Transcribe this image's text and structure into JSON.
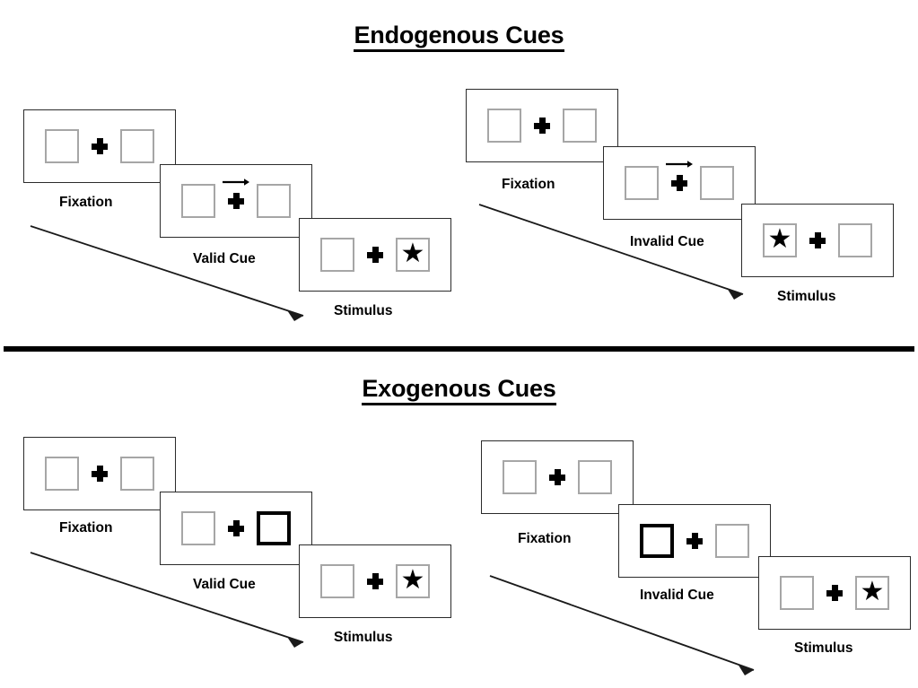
{
  "figure": {
    "background_color": "#ffffff",
    "ink_color": "#000000",
    "box_outline_color": "#a6a6a6",
    "cue_highlight_color": "#000000",
    "panel_border_color": "#2b2b2b"
  },
  "sections": [
    {
      "id": "endogenous",
      "title": "Endogenous Cues",
      "columns": [
        {
          "id": "endogenous-valid",
          "panels": [
            {
              "id": "endo-valid-fixation",
              "caption": "Fixation",
              "left_box": {
                "content": "empty",
                "highlight": false
              },
              "right_box": {
                "content": "empty",
                "highlight": false
              },
              "center": "fixation-cross",
              "cue_arrow": "none"
            },
            {
              "id": "endo-valid-cue",
              "caption": "Valid Cue",
              "left_box": {
                "content": "empty",
                "highlight": false
              },
              "right_box": {
                "content": "empty",
                "highlight": false
              },
              "center": "fixation-cross",
              "cue_arrow": "right"
            },
            {
              "id": "endo-valid-stimulus",
              "caption": "Stimulus",
              "left_box": {
                "content": "empty",
                "highlight": false
              },
              "right_box": {
                "content": "star",
                "highlight": false
              },
              "center": "fixation-cross",
              "cue_arrow": "none"
            }
          ]
        },
        {
          "id": "endogenous-invalid",
          "panels": [
            {
              "id": "endo-invalid-fixation",
              "caption": "Fixation",
              "left_box": {
                "content": "empty",
                "highlight": false
              },
              "right_box": {
                "content": "empty",
                "highlight": false
              },
              "center": "fixation-cross",
              "cue_arrow": "none"
            },
            {
              "id": "endo-invalid-cue",
              "caption": "Invalid Cue",
              "left_box": {
                "content": "empty",
                "highlight": false
              },
              "right_box": {
                "content": "empty",
                "highlight": false
              },
              "center": "fixation-cross",
              "cue_arrow": "right"
            },
            {
              "id": "endo-invalid-stimulus",
              "caption": "Stimulus",
              "left_box": {
                "content": "star",
                "highlight": false
              },
              "right_box": {
                "content": "empty",
                "highlight": false
              },
              "center": "fixation-cross",
              "cue_arrow": "none"
            }
          ]
        }
      ]
    },
    {
      "id": "exogenous",
      "title": "Exogenous Cues",
      "columns": [
        {
          "id": "exogenous-valid",
          "panels": [
            {
              "id": "exo-valid-fixation",
              "caption": "Fixation",
              "left_box": {
                "content": "empty",
                "highlight": false
              },
              "right_box": {
                "content": "empty",
                "highlight": false
              },
              "center": "fixation-cross",
              "cue_arrow": "none"
            },
            {
              "id": "exo-valid-cue",
              "caption": "Valid Cue",
              "left_box": {
                "content": "empty",
                "highlight": false
              },
              "right_box": {
                "content": "empty",
                "highlight": true
              },
              "center": "fixation-cross",
              "cue_arrow": "none"
            },
            {
              "id": "exo-valid-stimulus",
              "caption": "Stimulus",
              "left_box": {
                "content": "empty",
                "highlight": false
              },
              "right_box": {
                "content": "star",
                "highlight": false
              },
              "center": "fixation-cross",
              "cue_arrow": "none"
            }
          ]
        },
        {
          "id": "exogenous-invalid",
          "panels": [
            {
              "id": "exo-invalid-fixation",
              "caption": "Fixation",
              "left_box": {
                "content": "empty",
                "highlight": false
              },
              "right_box": {
                "content": "empty",
                "highlight": false
              },
              "center": "fixation-cross",
              "cue_arrow": "none"
            },
            {
              "id": "exo-invalid-cue",
              "caption": "Invalid Cue",
              "left_box": {
                "content": "empty",
                "highlight": true
              },
              "right_box": {
                "content": "empty",
                "highlight": false
              },
              "center": "fixation-cross",
              "cue_arrow": "none"
            },
            {
              "id": "exo-invalid-stimulus",
              "caption": "Stimulus",
              "left_box": {
                "content": "empty",
                "highlight": false
              },
              "right_box": {
                "content": "star",
                "highlight": false
              },
              "center": "fixation-cross",
              "cue_arrow": "none"
            }
          ]
        }
      ]
    }
  ],
  "glyphs": {
    "star": "★"
  }
}
